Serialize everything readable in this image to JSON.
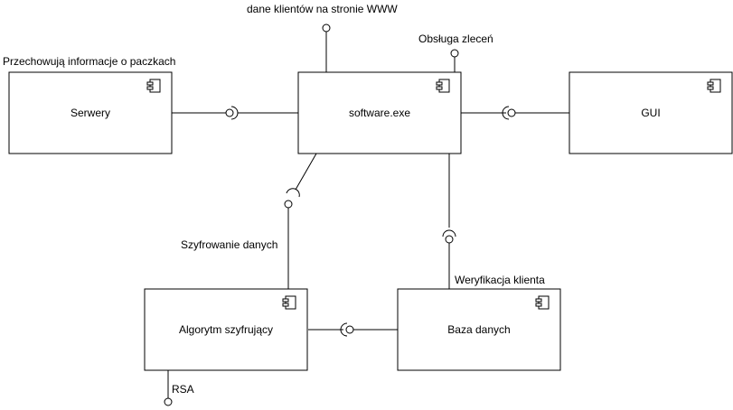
{
  "diagram": {
    "components": [
      {
        "id": "serwery",
        "label": "Serwery"
      },
      {
        "id": "software",
        "label": "software.exe"
      },
      {
        "id": "gui",
        "label": "GUI"
      },
      {
        "id": "algorytm",
        "label": "Algorytm szyfrujący"
      },
      {
        "id": "baza",
        "label": "Baza danych"
      }
    ],
    "annotations": {
      "dane_www": "dane klientów na stronie WWW",
      "obsluga": "Obsługa zleceń",
      "przechowuja": "Przechowują informacje o paczkach",
      "szyfrowanie": "Szyfrowanie danych",
      "weryfikacja": "Weryfikacja klienta",
      "rsa": "RSA"
    }
  }
}
